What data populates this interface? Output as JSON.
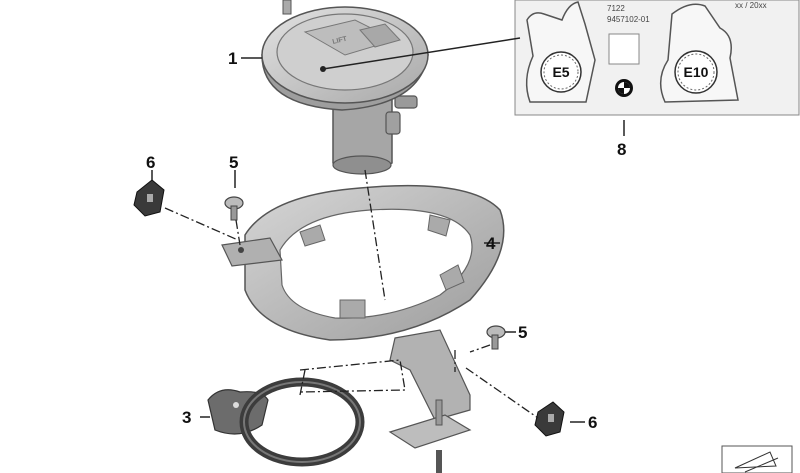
{
  "diagram": {
    "callouts": {
      "c1": "1",
      "c3": "3",
      "c4": "4",
      "c5a": "5",
      "c5b": "5",
      "c6a": "6",
      "c6b": "6",
      "c8": "8"
    },
    "cap_text": "LIFT",
    "sticker": {
      "line1": "7122",
      "line2": "9457102-01",
      "date": "xx / 20xx",
      "badge_left": "E5",
      "badge_right": "E10"
    },
    "colors": {
      "part_gray": "#b9b9b9",
      "part_dark": "#8a8a8a",
      "line": "#222222",
      "sticker_bg": "#f1f1f1"
    }
  }
}
